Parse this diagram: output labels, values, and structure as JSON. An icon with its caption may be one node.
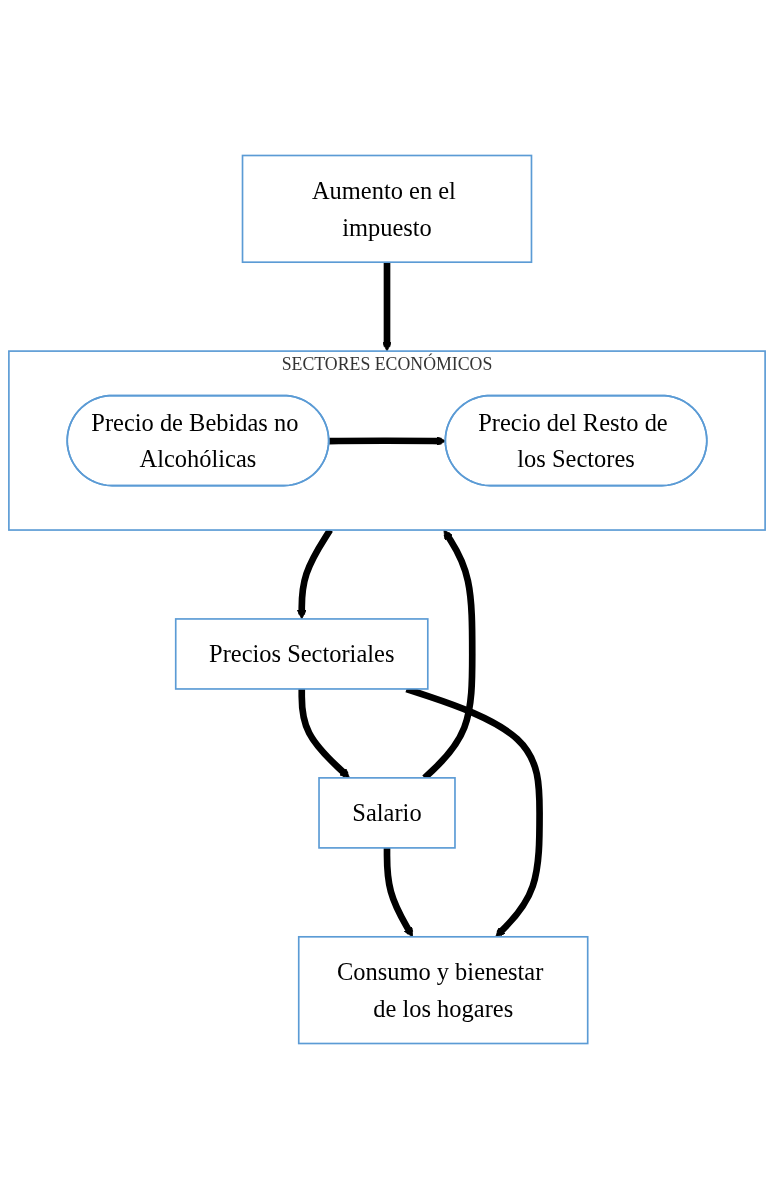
{
  "diagram": {
    "nodes": [
      {
        "text": [
          "Aumento en el impuesto"
        ]
      },
      {
        "text": [
          "SECTORES ECONÓMICOS"
        ]
      },
      {
        "text": [
          "Precio de Bebidas no Alcohólicas"
        ],
        "in": 1
      },
      {
        "text": [
          "Precio del Resto de los Sectores"
        ],
        "in": 1
      },
      {
        "text": [
          "Salario"
        ]
      },
      {
        "text": [
          "Precios Sectoriales"
        ]
      },
      {
        "text": [
          "Consumo y bienestar de los hogares"
        ]
      }
    ],
    "edges": [
      {
        "from": 0,
        "to": 1,
        "arrow": "to"
      },
      {
        "from": 2,
        "to": 3,
        "arrow": "to"
      },
      {
        "from": 1,
        "to": 5,
        "arrow": "to"
      },
      {
        "from": 4,
        "to": 1,
        "arrow": "to"
      },
      {
        "from": 5,
        "to": 4,
        "arrow": "to"
      },
      {
        "from": 4,
        "to": 6,
        "arrow": "to"
      },
      {
        "from": 5,
        "to": 6,
        "arrow": "to"
      }
    ]
  }
}
